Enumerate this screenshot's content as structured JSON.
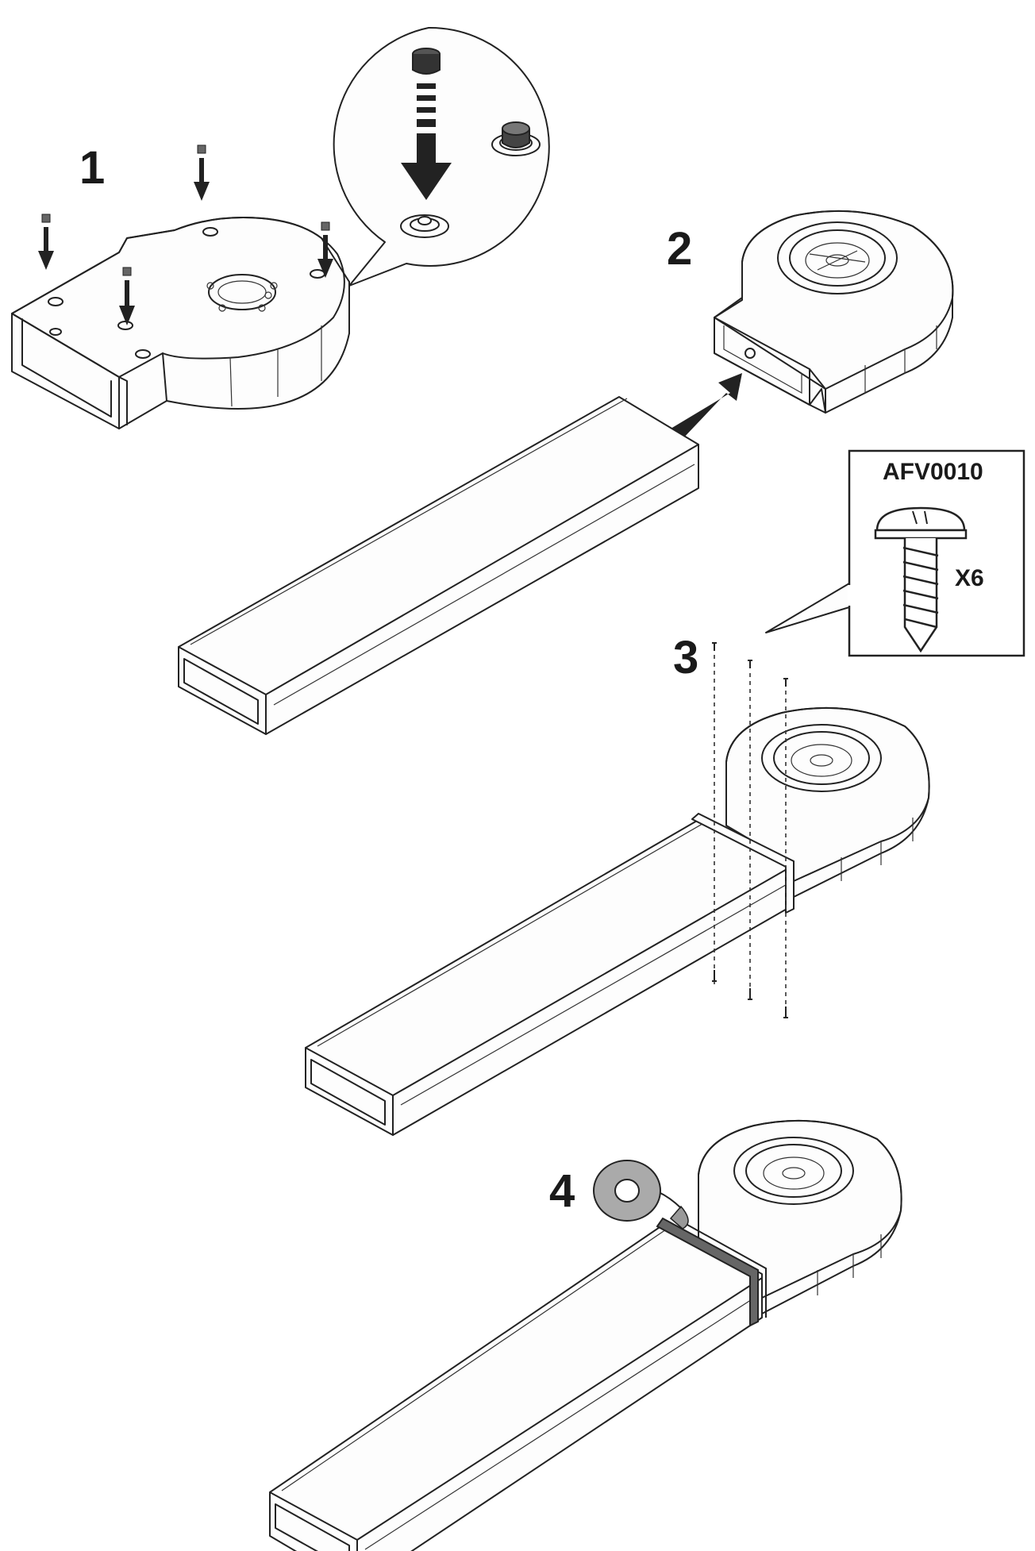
{
  "steps": [
    {
      "label": "1"
    },
    {
      "label": "2"
    },
    {
      "label": "3"
    },
    {
      "label": "4"
    }
  ],
  "part_callout": {
    "code": "AFV0010",
    "quantity": "X6"
  },
  "icons": {
    "foot": "rubber-foot-icon",
    "screw": "self-tapping-screw-icon",
    "tape": "tape-roll-icon",
    "arrow": "push-arrow-icon"
  }
}
